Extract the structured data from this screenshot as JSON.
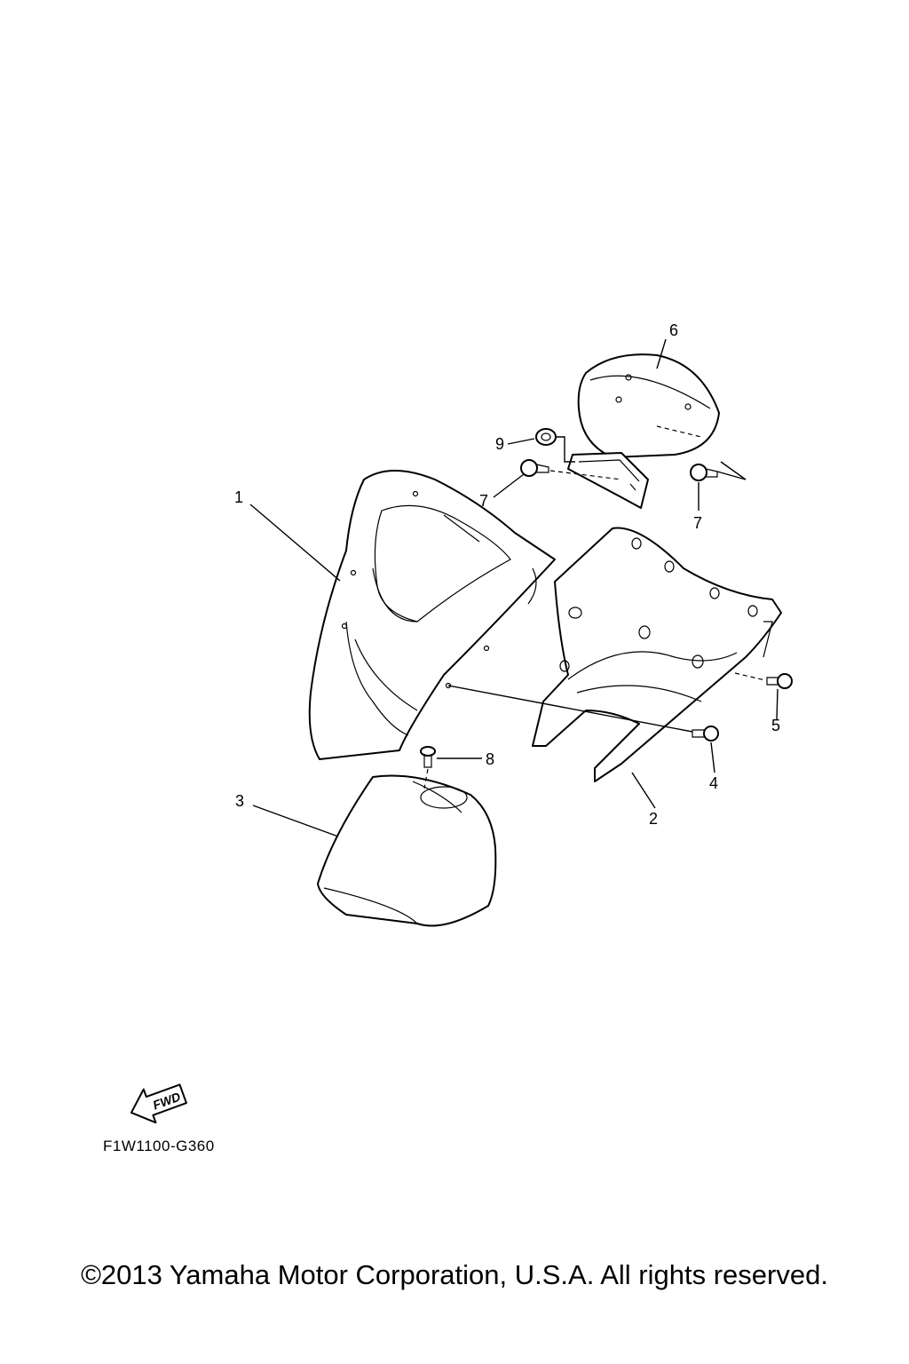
{
  "diagram": {
    "callouts": [
      "1",
      "2",
      "3",
      "4",
      "5",
      "6",
      "7",
      "7",
      "8",
      "9"
    ],
    "fwd_label": "FWD",
    "code": "F1W1100-G360"
  },
  "footer": {
    "copyright": "©2013 Yamaha Motor Corporation, U.S.A. All rights reserved."
  }
}
